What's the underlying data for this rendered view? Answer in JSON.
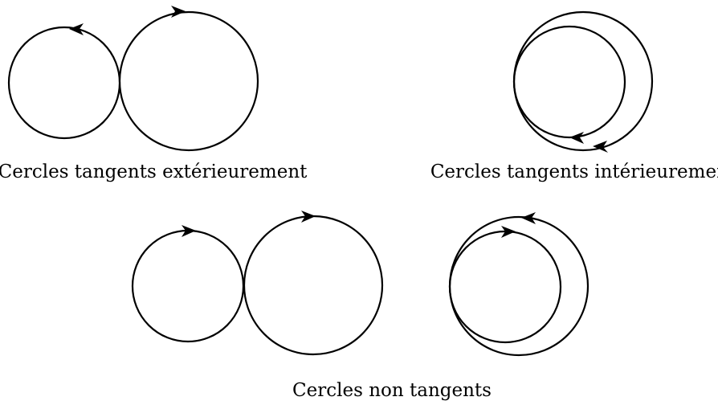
{
  "captions": {
    "external": "Cercles tangents extérieurement",
    "internal": "Cercles tangents intérieurement",
    "non_tangent": "Cercles non tangents"
  },
  "colors": {
    "stroke": "#000000",
    "background": "#ffffff"
  }
}
